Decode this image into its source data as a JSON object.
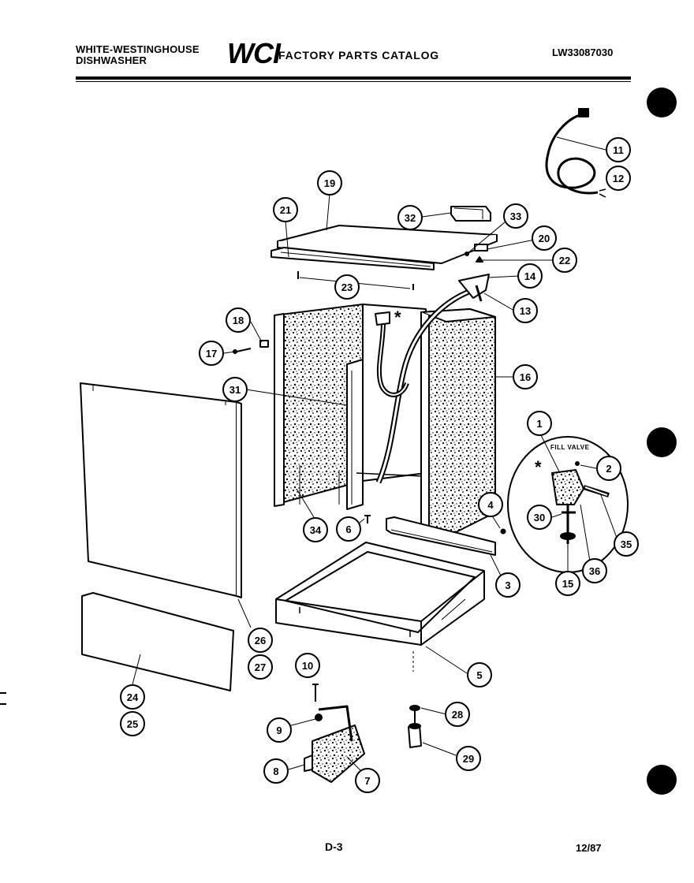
{
  "header": {
    "brand_line1": "WHITE-WESTINGHOUSE",
    "brand_line2": "DISHWASHER",
    "logo_text": "WCI",
    "catalog_title": "FACTORY PARTS CATALOG",
    "model_number": "LW33087030"
  },
  "diagram": {
    "fill_valve_label": "FILL VALVE",
    "asterisk": "*",
    "callouts": [
      "1",
      "2",
      "3",
      "4",
      "5",
      "6",
      "7",
      "8",
      "9",
      "10",
      "11",
      "12",
      "13",
      "14",
      "15",
      "16",
      "17",
      "18",
      "19",
      "20",
      "21",
      "22",
      "23",
      "24",
      "25",
      "26",
      "27",
      "28",
      "29",
      "30",
      "31",
      "32",
      "33",
      "34",
      "35",
      "36"
    ]
  },
  "footer": {
    "page_number": "D-3",
    "date": "12/87"
  }
}
